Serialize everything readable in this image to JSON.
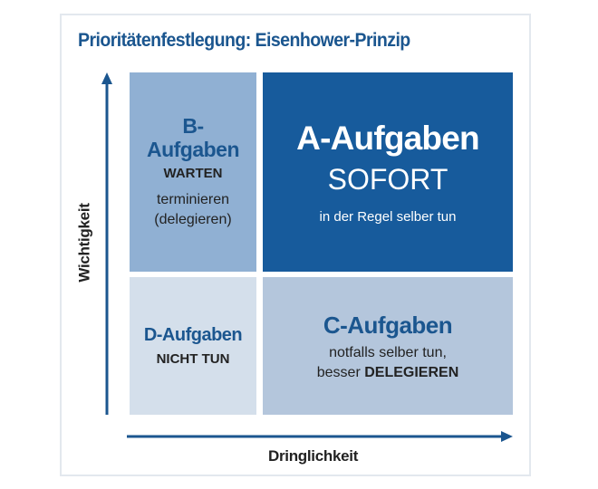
{
  "title": "Prioritätenfestlegung: Eisenhower-Prinzip",
  "axes": {
    "y_label": "Wichtigkeit",
    "x_label": "Dringlichkeit"
  },
  "quadrants": {
    "a": {
      "heading": "A-Aufgaben",
      "action": "SOFORT",
      "note": "in der Regel selber tun"
    },
    "b": {
      "heading_line1": "B-",
      "heading_line2": "Aufgaben",
      "action": "WARTEN",
      "note_line1": "terminieren",
      "note_line2": "(delegieren)"
    },
    "c": {
      "heading": "C-Aufgaben",
      "note_line1": "notfalls selber tun,",
      "note_line2_prefix": "besser",
      "note_line2_bold": "DELEGIEREN"
    },
    "d": {
      "heading": "D-Aufgaben",
      "action": "NICHT TUN"
    }
  },
  "colors": {
    "a": "#175b9c",
    "b": "#90b0d3",
    "c": "#b4c6dc",
    "d": "#d4dfeb",
    "accent": "#1b568f"
  }
}
